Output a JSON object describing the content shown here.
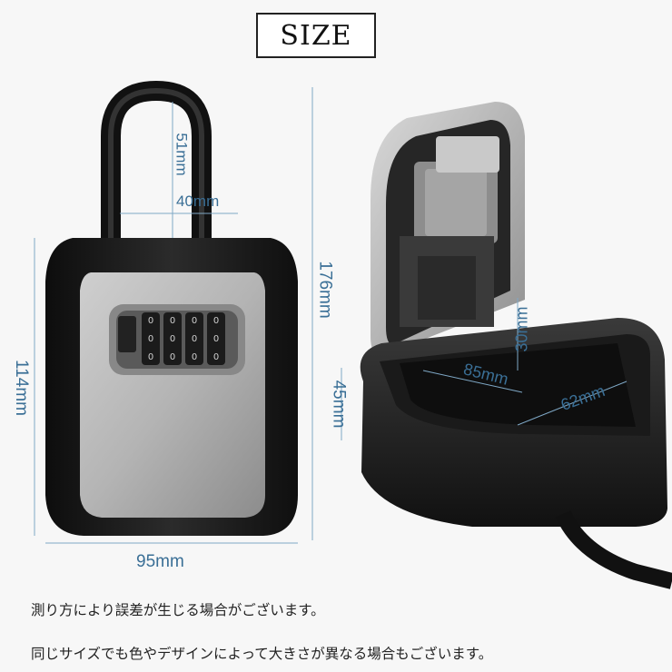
{
  "header": {
    "title": "SIZE"
  },
  "dimensions": {
    "shackle_height": "51mm",
    "shackle_width": "40mm",
    "total_height": "176mm",
    "body_height": "114mm",
    "body_width": "95mm",
    "inner_depth": "45mm",
    "inner_height": "30mm",
    "inner_width": "85mm",
    "inner_depth2": "62mm"
  },
  "notes": {
    "line1": "測り方により誤差が生じる場合がございます。",
    "line2": "同じサイズでも色やデザインによって大きさが異なる場合もございます。"
  },
  "colors": {
    "dimension_text": "#3a6f96",
    "dimension_line": "#7fa8c6",
    "body_black": "#1c1c1c",
    "panel_gray": "#a9a9a9"
  }
}
